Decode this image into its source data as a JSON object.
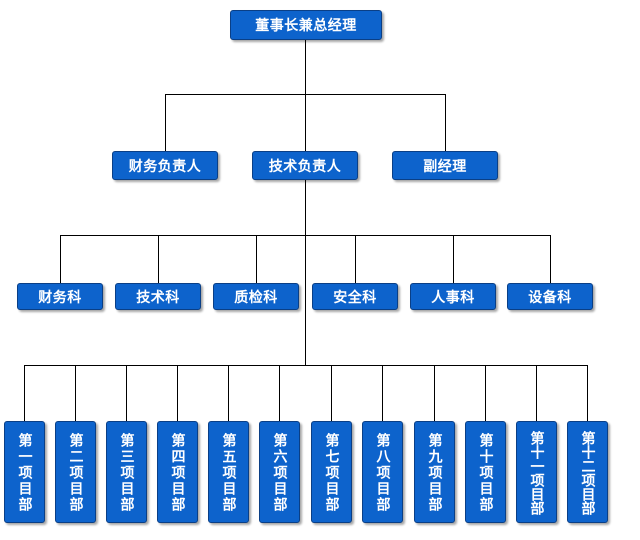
{
  "top": {
    "label": "董事长兼总经理"
  },
  "level2": [
    {
      "label": "财务负责人"
    },
    {
      "label": "技术负责人"
    },
    {
      "label": "副经理"
    }
  ],
  "level3": [
    {
      "label": "财务科"
    },
    {
      "label": "技术科"
    },
    {
      "label": "质检科"
    },
    {
      "label": "安全科"
    },
    {
      "label": "人事科"
    },
    {
      "label": "设备科"
    }
  ],
  "level4": [
    {
      "label": "第一项目部"
    },
    {
      "label": "第二项目部"
    },
    {
      "label": "第三项目部"
    },
    {
      "label": "第四项目部"
    },
    {
      "label": "第五项目部"
    },
    {
      "label": "第六项目部"
    },
    {
      "label": "第七项目部"
    },
    {
      "label": "第八项目部"
    },
    {
      "label": "第九项目部"
    },
    {
      "label": "第十项目部"
    },
    {
      "label": "第十一项目部"
    },
    {
      "label": "第十二项目部"
    }
  ],
  "colors": {
    "box_fill": "#0d63cc",
    "box_border": "#0a3f86",
    "text": "#ffffff",
    "line": "#000000"
  }
}
